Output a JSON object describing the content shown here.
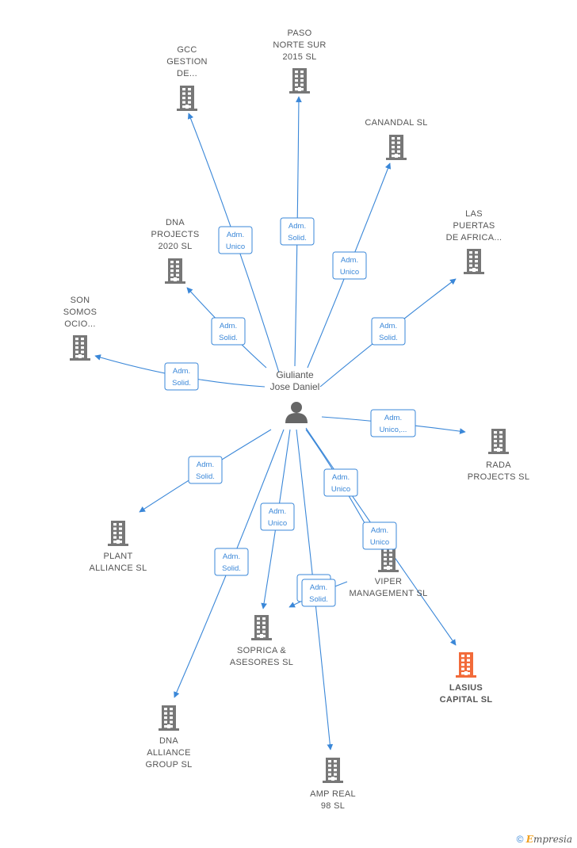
{
  "person": {
    "name_line1": "Giuliante",
    "name_line2": "Jose Daniel"
  },
  "companies": [
    {
      "id": "gcc",
      "lines": [
        "GCC",
        "GESTION",
        "DE..."
      ],
      "highlight": false
    },
    {
      "id": "paso",
      "lines": [
        "PASO",
        "NORTE SUR",
        "2015 SL"
      ],
      "highlight": false
    },
    {
      "id": "canandal",
      "lines": [
        "CANANDAL SL"
      ],
      "highlight": false
    },
    {
      "id": "puertas",
      "lines": [
        "LAS",
        "PUERTAS",
        "DE AFRICA..."
      ],
      "highlight": false
    },
    {
      "id": "dnaprojects",
      "lines": [
        "DNA",
        "PROJECTS",
        "2020 SL"
      ],
      "highlight": false
    },
    {
      "id": "sonsomos",
      "lines": [
        "SON",
        "SOMOS",
        "OCIO..."
      ],
      "highlight": false
    },
    {
      "id": "rada",
      "lines": [
        "RADA",
        "PROJECTS SL"
      ],
      "highlight": false
    },
    {
      "id": "plant",
      "lines": [
        "PLANT",
        "ALLIANCE SL"
      ],
      "highlight": false
    },
    {
      "id": "viper",
      "lines": [
        "VIPER",
        "MANAGEMENT SL"
      ],
      "highlight": false
    },
    {
      "id": "soprica",
      "lines": [
        "SOPRICA &",
        "ASESORES SL"
      ],
      "highlight": false
    },
    {
      "id": "lasius",
      "lines": [
        "LASIUS",
        "CAPITAL SL"
      ],
      "highlight": true
    },
    {
      "id": "dnaalliance",
      "lines": [
        "DNA",
        "ALLIANCE",
        "GROUP SL"
      ],
      "highlight": false
    },
    {
      "id": "ampreal",
      "lines": [
        "AMP REAL",
        "98 SL"
      ],
      "highlight": false
    }
  ],
  "edges": [
    {
      "to": "gcc",
      "label": [
        "Adm.",
        "Unico"
      ]
    },
    {
      "to": "paso",
      "label": [
        "Adm.",
        "Solid."
      ]
    },
    {
      "to": "canandal",
      "label": [
        "Adm.",
        "Unico"
      ]
    },
    {
      "to": "puertas",
      "label": [
        "Adm.",
        "Solid."
      ]
    },
    {
      "to": "dnaprojects",
      "label": [
        "Adm.",
        "Solid."
      ]
    },
    {
      "to": "sonsomos",
      "label": [
        "Adm.",
        "Solid."
      ]
    },
    {
      "to": "rada",
      "label": [
        "Adm.",
        "Unico,..."
      ]
    },
    {
      "to": "plant",
      "label": [
        "Adm.",
        "Solid."
      ]
    },
    {
      "to": "viper",
      "label": [
        "Adm.",
        "Unico"
      ]
    },
    {
      "to": "lasius",
      "label": [
        "Adm.",
        "Unico"
      ]
    },
    {
      "to": "soprica",
      "label": [
        "Adm.",
        "Unico"
      ]
    },
    {
      "to": "dnaalliance",
      "label": [
        "Adm.",
        "Solid."
      ]
    },
    {
      "to": "ampreal",
      "label": [
        "Adm.",
        "Solid."
      ]
    },
    {
      "to": "soprica",
      "label": [
        "Adm.",
        "Solid."
      ]
    }
  ],
  "colors": {
    "edge": "#3a87d8",
    "building": "#777777",
    "building_highlight": "#f26b3a",
    "person": "#666666"
  },
  "footer": {
    "copyright": "©",
    "brand_e": "E",
    "brand_rest": "mpresia"
  }
}
